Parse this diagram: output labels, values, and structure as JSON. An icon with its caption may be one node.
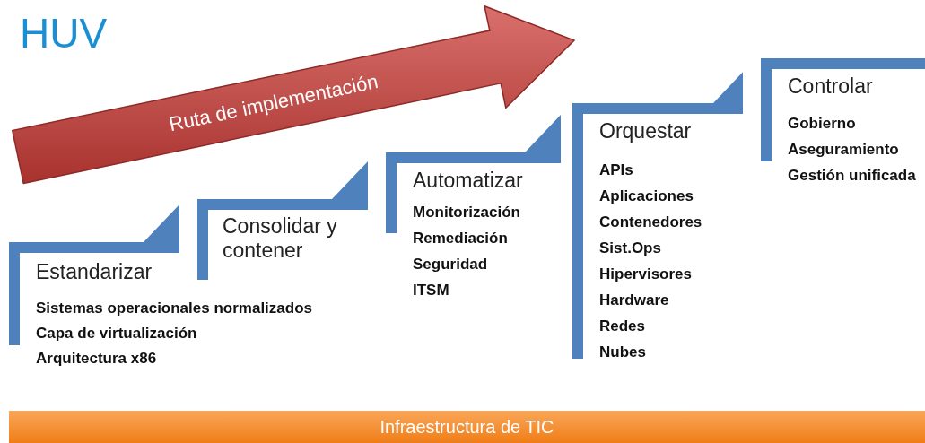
{
  "diagram": {
    "title": "HUV",
    "nodes": [
      {
        "text": [
          "Ruta de implementación"
        ]
      },
      {
        "text": [
          "Estandarizar",
          "Sistemas operacionales normalizados",
          "Capa de virtualización",
          "Arquitectura x86"
        ]
      },
      {
        "text": [
          "Consolidar y contener"
        ]
      },
      {
        "text": [
          "Automatizar",
          "Monitorización",
          "Remediación",
          "Seguridad",
          "ITSM"
        ]
      },
      {
        "text": [
          "Orquestar",
          "APIs",
          "Aplicaciones",
          "Contenedores",
          "Sist.Ops",
          "Hipervisores",
          "Hardware",
          "Redes",
          "Nubes"
        ]
      },
      {
        "text": [
          "Controlar",
          "Gobierno",
          "Aseguramiento",
          "Gestión unificada"
        ]
      },
      {
        "text": [
          "Infraestructura de TIC"
        ]
      }
    ],
    "edges": []
  }
}
